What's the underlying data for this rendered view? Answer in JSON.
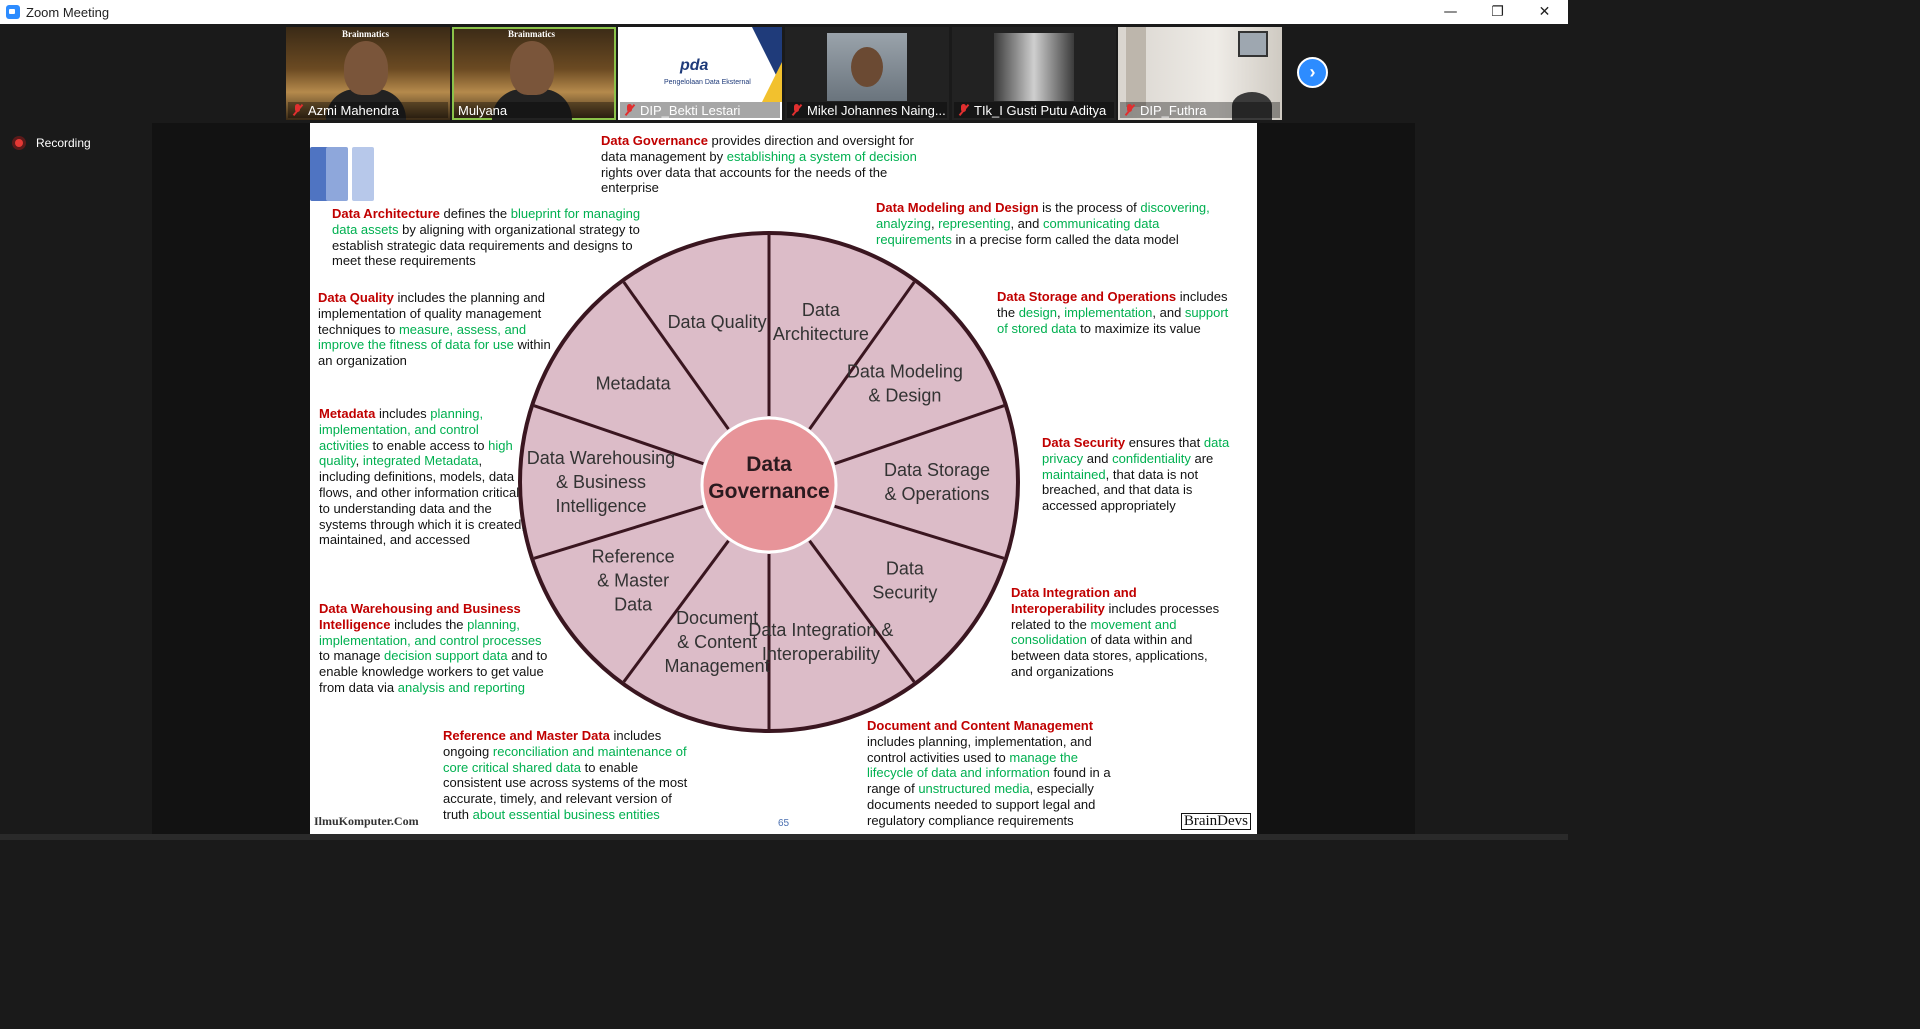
{
  "window": {
    "title": "Zoom Meeting",
    "controls": [
      "—",
      "❐",
      "✕"
    ]
  },
  "participants": [
    {
      "name": "Azmi Mahendra",
      "brand": "Brainmatics"
    },
    {
      "name": "Mulyana",
      "brand": "Brainmatics"
    },
    {
      "name": "DIP_Bekti Lestari",
      "slide_logo": "pda",
      "slide_sub": "Pengelolaan Data Eksternal"
    },
    {
      "name": "Mikel Johannes Naing..."
    },
    {
      "name": "TIk_I Gusti Putu Aditya"
    },
    {
      "name": "DIP_Futhra"
    }
  ],
  "next_arrow": "›",
  "recording": {
    "label": "Recording"
  },
  "slide": {
    "center": [
      "Data",
      "Governance"
    ],
    "segments": [
      [
        "Data",
        "Architecture"
      ],
      [
        "Data Modeling",
        "& Design"
      ],
      [
        "Data Storage",
        "& Operations"
      ],
      [
        "Data",
        "Security"
      ],
      [
        "Data Integration &",
        "Interoperability"
      ],
      [
        "Document",
        "& Content",
        "Management"
      ],
      [
        "Reference",
        "& Master",
        "Data"
      ],
      [
        "Data Warehousing",
        "& Business",
        "Intelligence"
      ],
      [
        "Metadata"
      ],
      [
        "Data Quality"
      ]
    ],
    "descriptions": {
      "governance": {
        "title": "Data Governance",
        "t1": " provides direction and oversight for data management by ",
        "g1": "establishing a system of decision",
        "t2": " rights over data that accounts for the needs of the enterprise"
      },
      "architecture": {
        "title": "Data Architecture",
        "t1": " defines the ",
        "g1": "blueprint for managing data assets",
        "t2": " by aligning with organizational strategy to establish strategic data requirements and designs to meet these requirements"
      },
      "modeling": {
        "title": "Data Modeling and Design",
        "t1": " is the process of ",
        "g1": "discovering, analyzing",
        "t2": ", ",
        "g2": "representing",
        "t3": ", and ",
        "g3": "communicating data requirements",
        "t4": " in a precise form called the data model"
      },
      "quality": {
        "title": "Data Quality",
        "t1": " includes the planning and implementation of quality management techniques to ",
        "g1": "measure, assess, and improve the fitness of data for use",
        "t2": " within an organization"
      },
      "storage": {
        "title": "Data Storage and Operations",
        "t1": " includes the ",
        "g1": "design",
        "t2": ", ",
        "g2": "implementation",
        "t3": ", and ",
        "g3": "support of stored data",
        "t4": " to maximize its value"
      },
      "metadata": {
        "title": "Metadata",
        "t1": " includes ",
        "g1": "planning, implementation, and control activities",
        "t2": " to enable access to ",
        "g2": "high quality",
        "t3": ", ",
        "g3": "integrated Metadata",
        "t4": ", including definitions, models, data flows, and other information critical to understanding data and the systems through which it is created, maintained, and accessed"
      },
      "security": {
        "title": "Data Security",
        "t1": " ensures that ",
        "g1": "data privacy",
        "t2": " and ",
        "g2": "confidentiality",
        "t3": " are ",
        "g3": "maintained",
        "t4": ", that data is not breached, and that data is accessed appropriately"
      },
      "integration": {
        "title": "Data Integration and Interoperability",
        "t1": " includes processes related to the ",
        "g1": "movement and consolidation",
        "t2": " of data within and between data stores, applications, and organizations"
      },
      "warehousing": {
        "title": "Data Warehousing and Business Intelligence",
        "t1": " includes the ",
        "g1": "planning, implementation, and control processes",
        "t2": " to manage ",
        "g2": "decision support data",
        "t3": " and to enable knowledge workers to get value from data via ",
        "g3": "analysis and reporting",
        "t4": ""
      },
      "reference": {
        "title": "Reference and Master Data",
        "t1": " includes ongoing ",
        "g1": "reconciliation and maintenance of core critical shared data",
        "t2": " to enable consistent use across systems of the most accurate, timely, and relevant version of truth ",
        "g2": "about essential business entities",
        "t3": ""
      },
      "document": {
        "title": "Document and Content Management",
        "t1": " includes planning, implementation, and control activities used to ",
        "g1": "manage the lifecycle of data and information",
        "t2": " found in a range of ",
        "g2": "unstructured media",
        "t3": ", especially documents needed to support legal and regulatory compliance requirements"
      }
    },
    "footer_left": "IlmuKomputer.Com",
    "page_number": "65",
    "footer_right": "BrainDevs",
    "colors": {
      "wheel_fill": "#dcbcc8",
      "wheel_stroke": "#3a1620",
      "center_fill": "#e79499",
      "title_red": "#c00000",
      "green": "#00b050"
    }
  }
}
